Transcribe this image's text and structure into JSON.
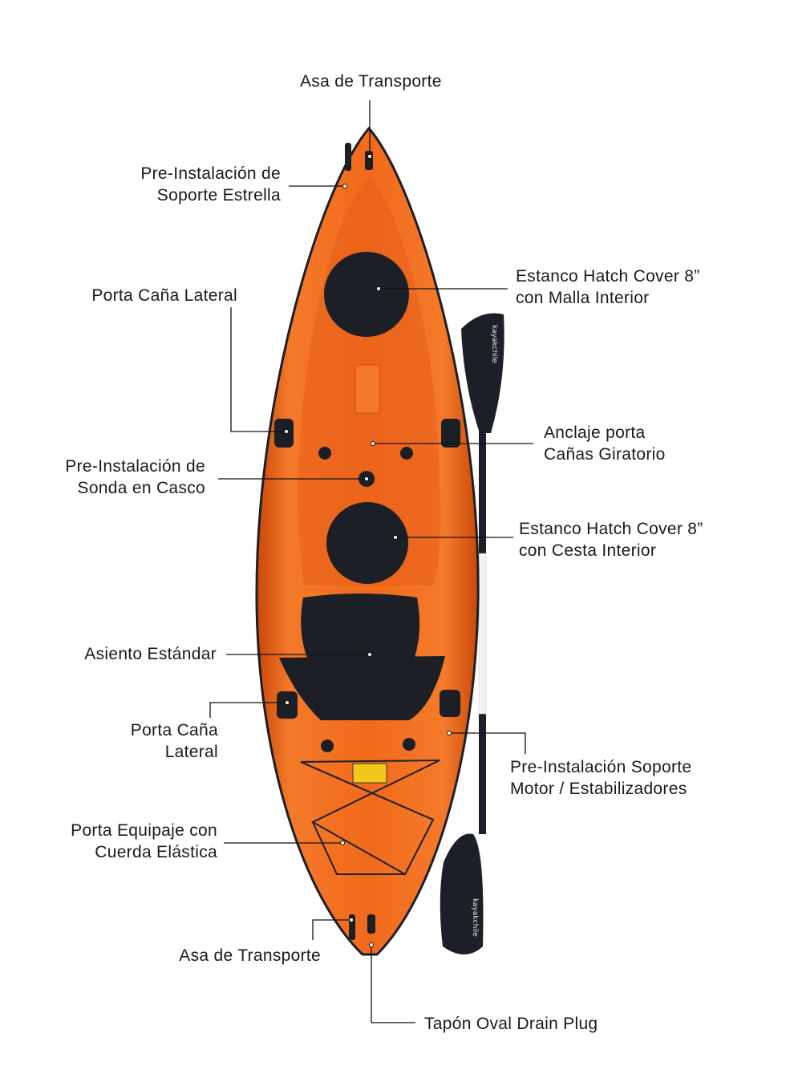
{
  "labels": {
    "top_handle": [
      "Asa de Transporte"
    ],
    "star_mount": [
      "Pre-Instalación de",
      "Soporte Estrella"
    ],
    "front_hatch": [
      "Estanco Hatch Cover 8”",
      "con Malla Interior"
    ],
    "side_rod_holder_top": [
      "Porta Caña Lateral"
    ],
    "swivel_rod_mount": [
      "Anclaje porta",
      "Cañas Giratorio"
    ],
    "sonar_mount": [
      "Pre-Instalación de",
      "Sonda en Casco"
    ],
    "center_hatch": [
      "Estanco Hatch Cover 8”",
      "con Cesta Interior"
    ],
    "seat": [
      "Asiento Estándar"
    ],
    "side_rod_holder_bottom": [
      "Porta Caña",
      "Lateral"
    ],
    "motor_mount": [
      "Pre-Instalación Soporte",
      "Motor / Estabilizadores"
    ],
    "bungee_storage": [
      "Porta Equipaje con",
      "Cuerda Elástica"
    ],
    "bottom_handle": [
      "Asa de Transporte"
    ],
    "drain_plug": [
      "Tapón Oval Drain Plug"
    ]
  },
  "brand_logo": "kayakchile",
  "colors": {
    "hull": "#f26a1b",
    "hull_dark": "#d9520c",
    "black": "#1c1f26",
    "line": "#111111"
  }
}
